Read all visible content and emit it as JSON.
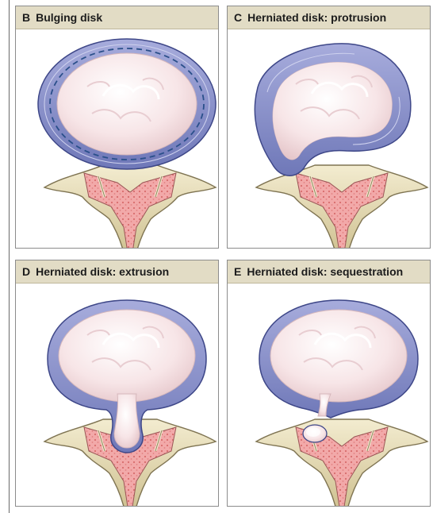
{
  "panels": [
    {
      "letter": "B",
      "title": "Bulging disk"
    },
    {
      "letter": "C",
      "title": "Herniated disk: protrusion"
    },
    {
      "letter": "D",
      "title": "Herniated disk: extrusion"
    },
    {
      "letter": "E",
      "title": "Herniated disk: sequestration"
    }
  ],
  "colors": {
    "header_bg": "#e2dcc5",
    "annulus": "#8b92cc",
    "nucleus": "#f4e0e2",
    "bone": "#e9dfbb",
    "marrow": "#ef9a9a",
    "dashed_line": "#2a4f8a"
  }
}
